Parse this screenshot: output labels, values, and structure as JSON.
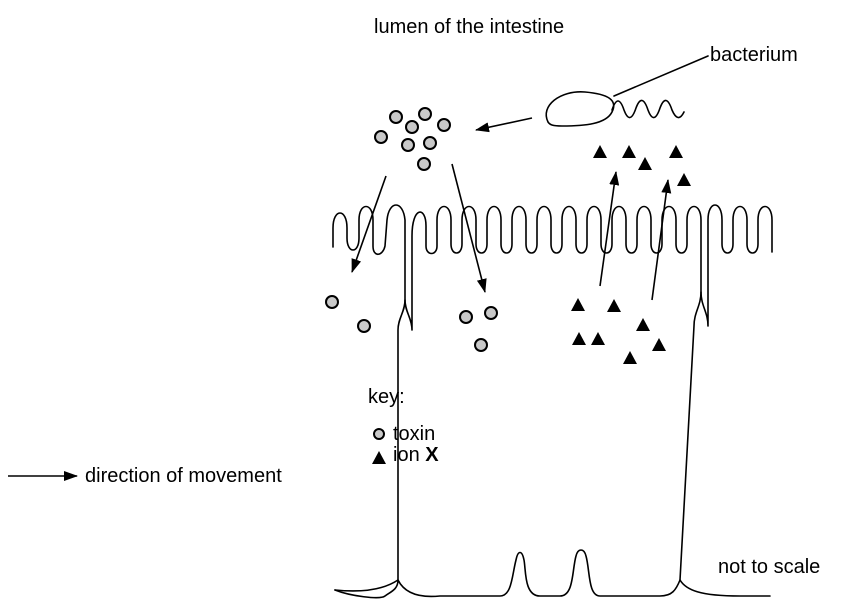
{
  "labels": {
    "lumen": "lumen of the intestine",
    "bacterium": "bacterium",
    "not_to_scale": "not to scale"
  },
  "key": {
    "title": "key:",
    "toxin": "toxin",
    "ion_prefix": "ion ",
    "ion_letter": "X",
    "direction": "direction of movement"
  },
  "colors": {
    "toxin_fill": "#c9c9c9",
    "ion_fill": "#000000",
    "line": "#000000"
  }
}
